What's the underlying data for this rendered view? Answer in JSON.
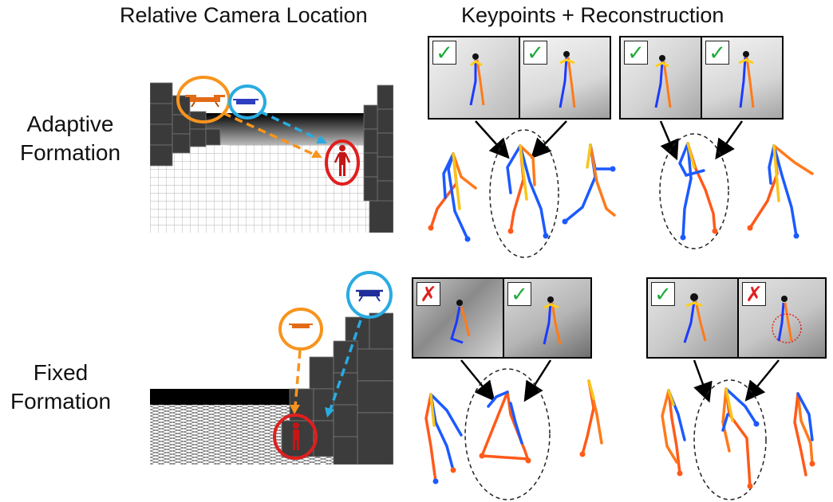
{
  "headers": {
    "left": "Relative Camera Location",
    "right": "Keypoints + Reconstruction"
  },
  "rows": [
    {
      "label_line1": "Adaptive",
      "label_line2": "Formation"
    },
    {
      "label_line1": "Fixed",
      "label_line2": "Formation"
    }
  ],
  "marks": {
    "check": "✓",
    "cross": "✗",
    "row1": [
      "check",
      "check",
      "check",
      "check"
    ],
    "row2": [
      "cross",
      "check",
      "check",
      "cross"
    ]
  },
  "colors": {
    "orange": "#f7941d",
    "blue": "#29abe2",
    "red": "#e01e1e",
    "check": "#1faa3a",
    "cross": "#e02020"
  },
  "icons": [
    "drone-icon",
    "person-icon",
    "check-icon",
    "cross-icon"
  ]
}
